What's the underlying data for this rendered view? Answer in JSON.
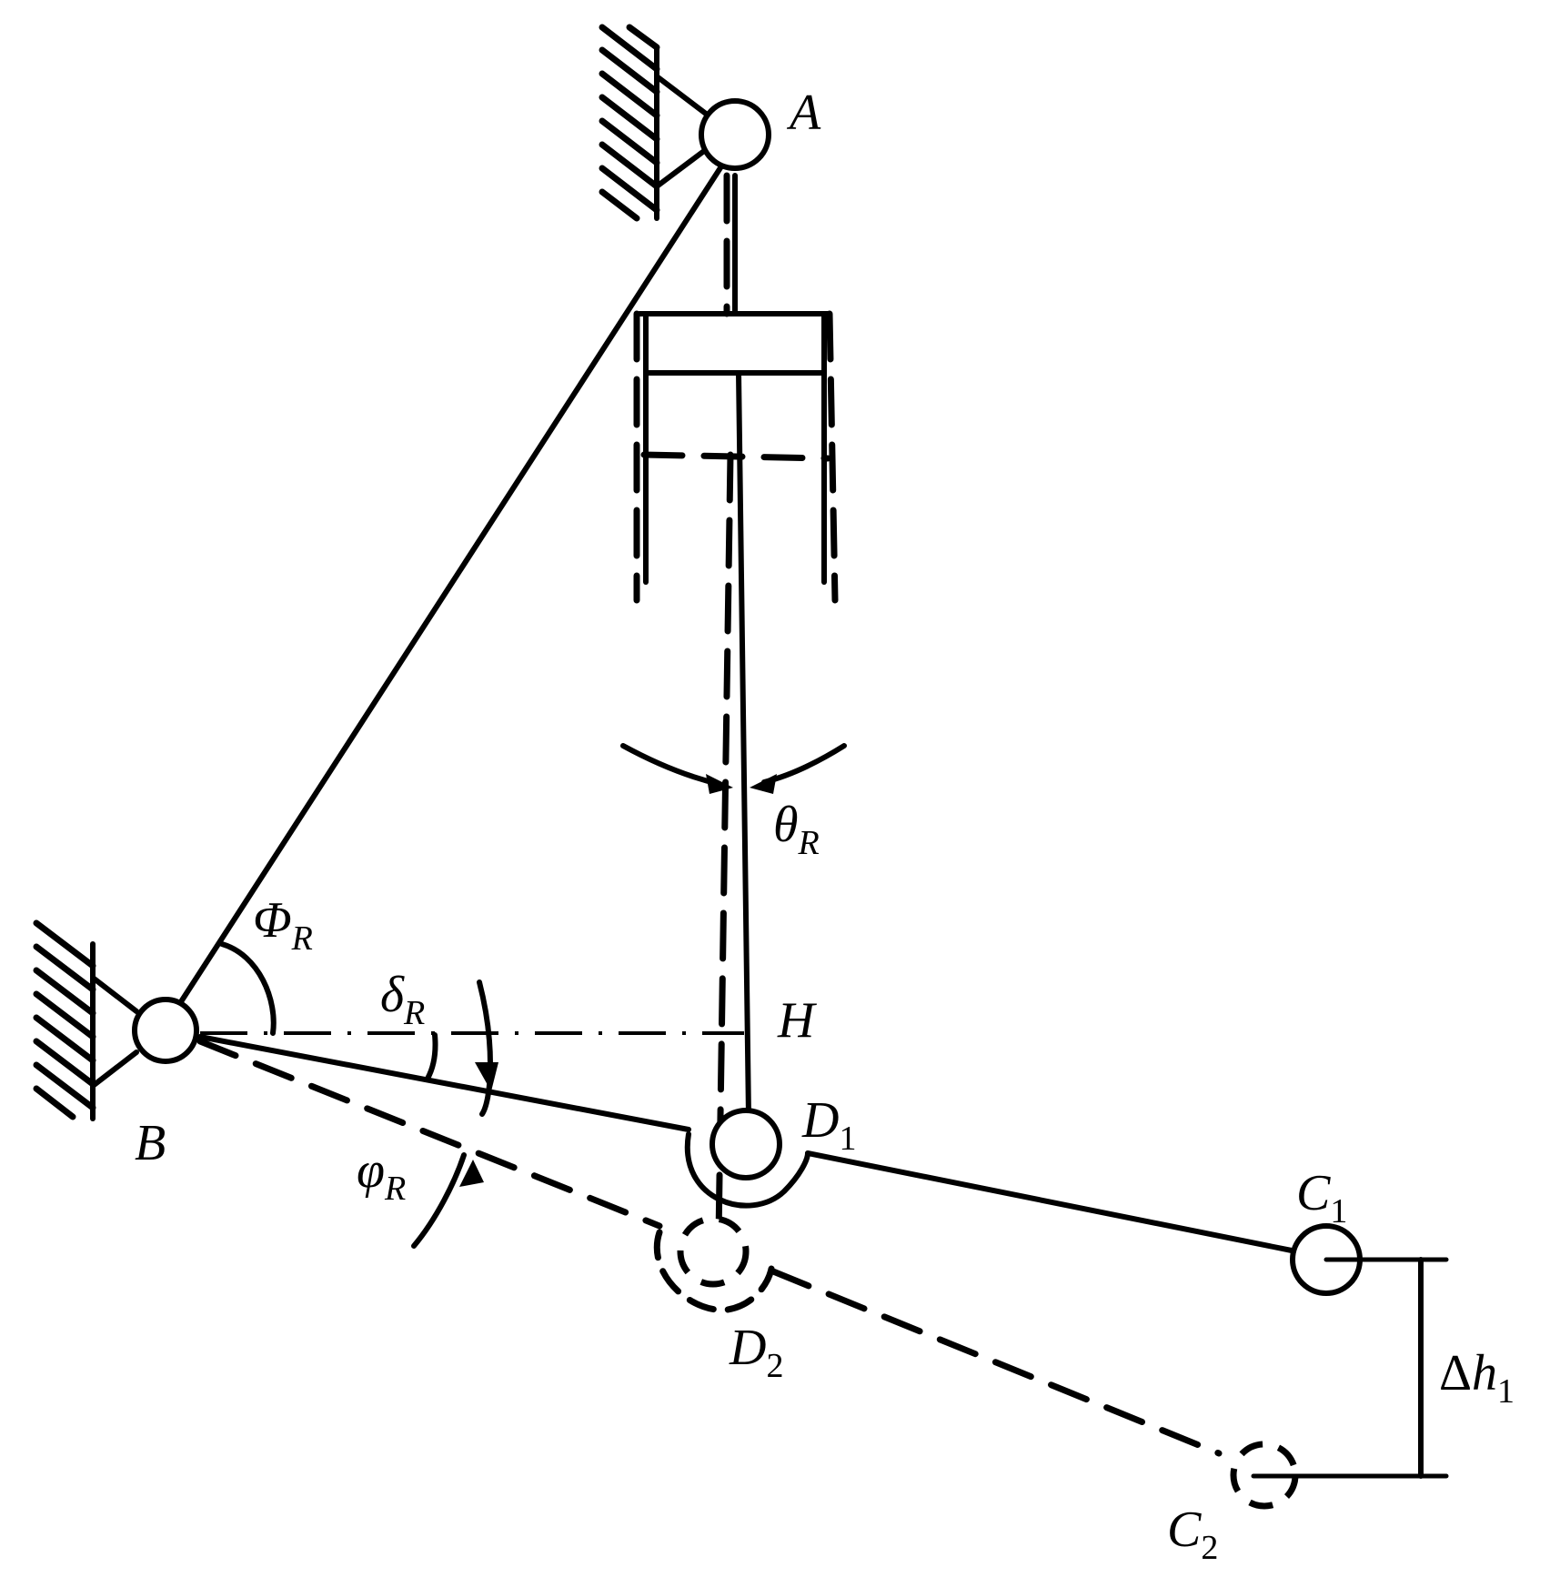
{
  "labels": {
    "A": {
      "main": "A"
    },
    "B": {
      "main": "B"
    },
    "H": {
      "main": "H"
    },
    "D1": {
      "main": "D",
      "sub": "1"
    },
    "D2": {
      "main": "D",
      "sub": "2"
    },
    "C1": {
      "main": "C",
      "sub": "1"
    },
    "C2": {
      "main": "C",
      "sub": "2"
    },
    "theta": {
      "main": "θ",
      "sub": "R"
    },
    "Phi": {
      "main": "Φ",
      "sub": "R"
    },
    "delta": {
      "main": "δ",
      "sub": "R"
    },
    "phi": {
      "main": "φ",
      "sub": "R"
    },
    "dh": {
      "main": "Δ",
      "var": "h",
      "sub": "1"
    }
  }
}
